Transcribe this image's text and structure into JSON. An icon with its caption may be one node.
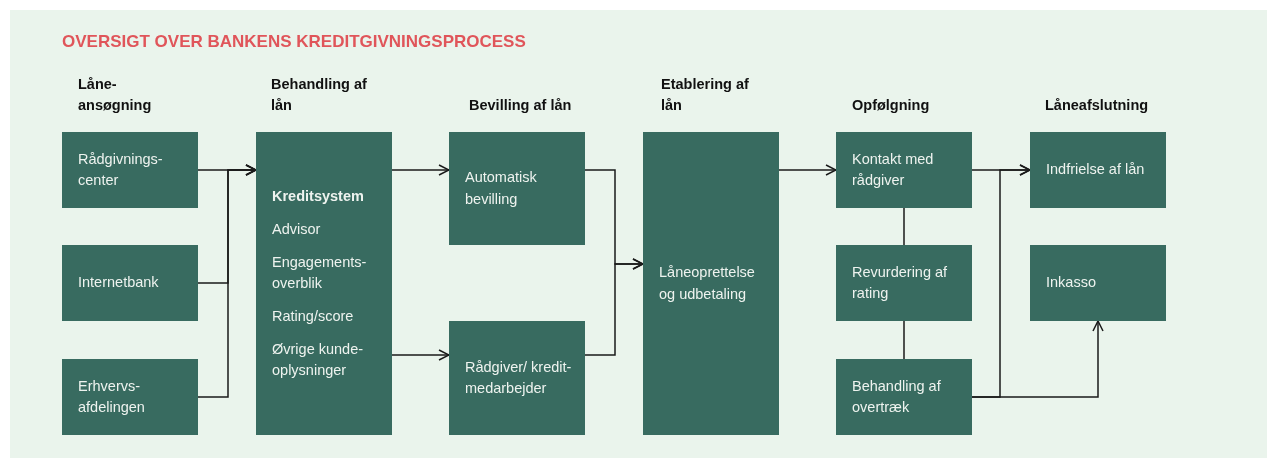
{
  "diagram": {
    "title": "OVERSIGT OVER BANKENS KREDITGIVNINGSPROCESS",
    "nodes": [
      {
        "text": [
          "Rådgivnings-center"
        ]
      },
      {
        "text": [
          "Internetbank"
        ]
      },
      {
        "text": [
          "Erhvervs-afdelingen"
        ]
      },
      {
        "text": [
          "Kreditsystem",
          "Advisor",
          "Engagements-overblik",
          "Rating/score",
          "Øvrige kunde-oplysninger"
        ]
      },
      {
        "text": [
          "Automatisk bevilling"
        ]
      },
      {
        "text": [
          "Rådgiver/ kredit-medarbejder"
        ]
      },
      {
        "text": [
          "Låneoprettelse og udbetaling"
        ]
      },
      {
        "text": [
          "Kontakt med rådgiver"
        ]
      },
      {
        "text": [
          "Revurdering af rating"
        ]
      },
      {
        "text": [
          "Behandling af overtræk"
        ]
      },
      {
        "text": [
          "Indfrielse af lån"
        ]
      },
      {
        "text": [
          "Inkasso"
        ]
      }
    ],
    "edges": [
      {
        "from": 0,
        "to": 3,
        "arrow": "to"
      },
      {
        "from": 1,
        "to": 3,
        "arrow": "to"
      },
      {
        "from": 2,
        "to": 3,
        "arrow": "to"
      },
      {
        "from": 3,
        "to": 4,
        "arrow": "to"
      },
      {
        "from": 3,
        "to": 5,
        "arrow": "to"
      },
      {
        "from": 4,
        "to": 6,
        "arrow": "to"
      },
      {
        "from": 5,
        "to": 6,
        "arrow": "to"
      },
      {
        "from": 6,
        "to": 7,
        "arrow": "to"
      },
      {
        "from": 7,
        "to": 8,
        "arrow": "none"
      },
      {
        "from": 8,
        "to": 9,
        "arrow": "none"
      },
      {
        "from": 7,
        "to": 10,
        "arrow": "to"
      },
      {
        "from": 9,
        "to": 10,
        "arrow": "to"
      },
      {
        "from": 9,
        "to": 11,
        "arrow": "to"
      }
    ],
    "labels": [
      "Låne-ansøgning",
      "Behandling af lån",
      "Bevilling af lån",
      "Etablering af lån",
      "Opfølgning",
      "Låneafslutning"
    ]
  }
}
